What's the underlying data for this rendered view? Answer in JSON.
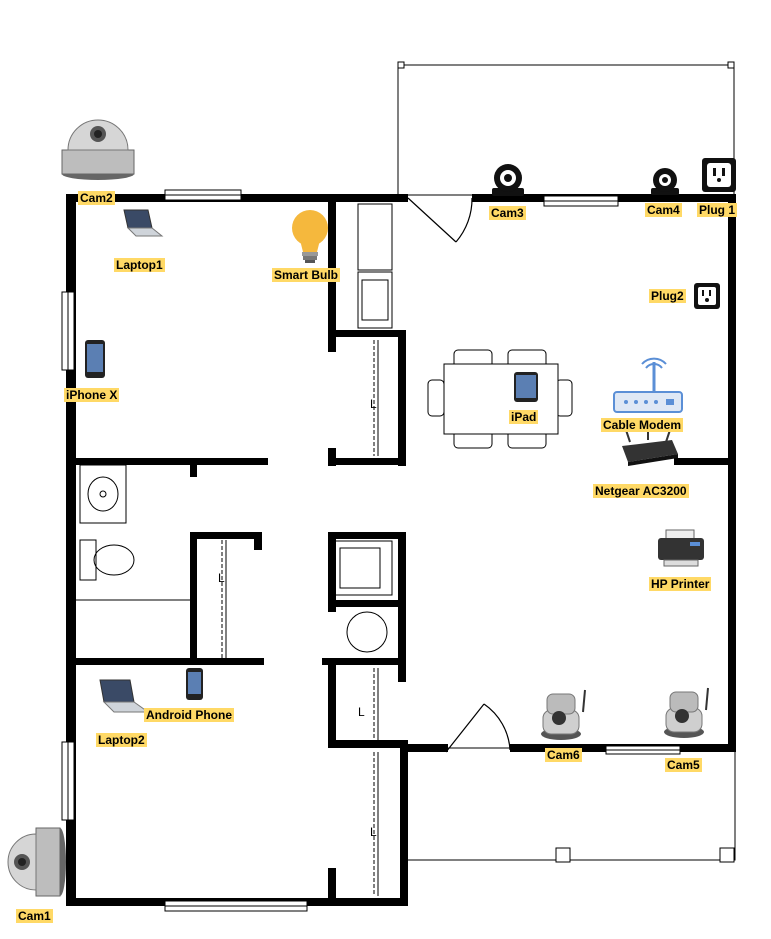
{
  "devices": {
    "cam1": "Cam1",
    "cam2": "Cam2",
    "cam3": "Cam3",
    "cam4": "Cam4",
    "cam5": "Cam5",
    "cam6": "Cam6",
    "plug1": "Plug 1",
    "plug2": "Plug2",
    "laptop1": "Laptop1",
    "laptop2": "Laptop2",
    "smart_bulb": "Smart Bulb",
    "iphone_x": "iPhone X",
    "ipad": "iPad",
    "cable_modem": "Cable Modem",
    "router": "Netgear AC3200",
    "printer": "HP Printer",
    "android_phone": "Android Phone"
  },
  "icons": {
    "dome_camera": "dome-camera-icon",
    "webcam": "webcam-icon",
    "ptz_camera": "ptz-camera-icon",
    "outlet": "outlet-icon",
    "laptop": "laptop-icon",
    "phone": "phone-icon",
    "tablet": "tablet-icon",
    "bulb": "lightbulb-icon",
    "modem": "modem-icon",
    "router": "router-icon",
    "printer": "printer-icon"
  },
  "colors": {
    "label_background": "#ffd966",
    "wall": "#000000",
    "bulb": "#f5b83d"
  }
}
